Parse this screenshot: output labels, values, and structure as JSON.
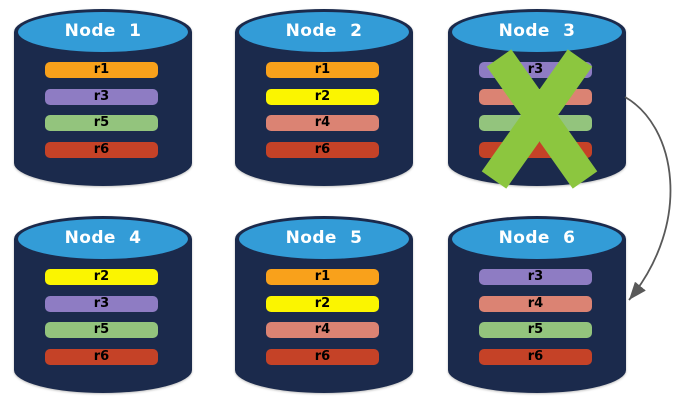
{
  "diagram": {
    "nodes": [
      {
        "title": "Node 1",
        "bars": [
          {
            "label": "r1",
            "color": "#F9A11B"
          },
          {
            "label": "r3",
            "color": "#8E7CC3"
          },
          {
            "label": "r5",
            "color": "#93C47D"
          },
          {
            "label": "r6",
            "color": "#C54227"
          }
        ]
      },
      {
        "title": "Node 2",
        "bars": [
          {
            "label": "r1",
            "color": "#F9A11B"
          },
          {
            "label": "r2",
            "color": "#FBF500"
          },
          {
            "label": "r4",
            "color": "#DB8373"
          },
          {
            "label": "r6",
            "color": "#C54227"
          }
        ]
      },
      {
        "title": "Node 3",
        "bars": [
          {
            "label": "r3",
            "color": "#8E7CC3"
          },
          {
            "label": "",
            "color": "#DB8373"
          },
          {
            "label": "",
            "color": "#93C47D"
          },
          {
            "label": "",
            "color": "#C54227"
          }
        ]
      },
      {
        "title": "Node 4",
        "bars": [
          {
            "label": "r2",
            "color": "#FBF500"
          },
          {
            "label": "r3",
            "color": "#8E7CC3"
          },
          {
            "label": "r5",
            "color": "#93C47D"
          },
          {
            "label": "r6",
            "color": "#C54227"
          }
        ]
      },
      {
        "title": "Node 5",
        "bars": [
          {
            "label": "r1",
            "color": "#F9A11B"
          },
          {
            "label": "r2",
            "color": "#FBF500"
          },
          {
            "label": "r4",
            "color": "#DB8373"
          },
          {
            "label": "r6",
            "color": "#C54227"
          }
        ]
      },
      {
        "title": "Node 6",
        "bars": [
          {
            "label": "r3",
            "color": "#8E7CC3"
          },
          {
            "label": "r4",
            "color": "#DB8373"
          },
          {
            "label": "r5",
            "color": "#93C47D"
          },
          {
            "label": "r6",
            "color": "#C54227"
          }
        ]
      }
    ],
    "colors": {
      "cylinder_body": "#1B2A4C",
      "cylinder_top": "#339CD7",
      "x_mark": "#8CC63F",
      "arrow": "#595959"
    }
  }
}
